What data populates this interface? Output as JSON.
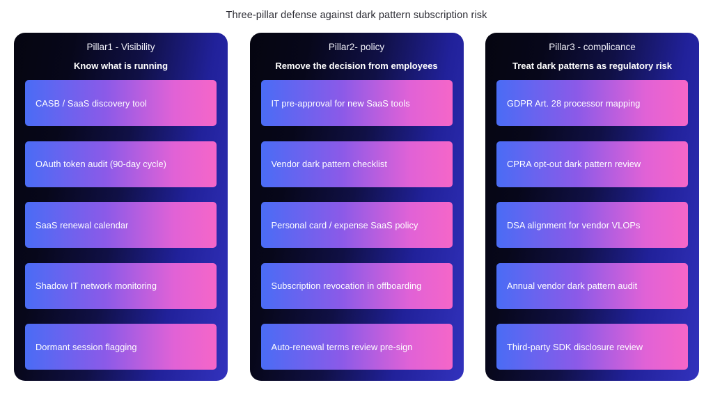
{
  "page": {
    "title": "Three-pillar defense against dark pattern subscription risk",
    "background_color": "#ffffff",
    "title_color": "#2b2b33"
  },
  "theme": {
    "card_gradient_start": "#050510",
    "card_gradient_end": "#3232bd",
    "pill_gradient_start": "#4a6cf5",
    "pill_gradient_mid": "#8b5ae8",
    "pill_gradient_end": "#f566c8",
    "pill_text_color": "#ffffff"
  },
  "columns": [
    {
      "title": "Pillar1 -  Visibility",
      "subtitle": "Know what is running",
      "items": [
        {
          "label": "CASB / SaaS discovery tool"
        },
        {
          "label": "OAuth token audit (90-day cycle)"
        },
        {
          "label": "SaaS renewal calendar"
        },
        {
          "label": "Shadow IT network monitoring"
        },
        {
          "label": "Dormant session flagging"
        }
      ]
    },
    {
      "title": "Pillar2-  policy",
      "subtitle": "Remove the decision from employees",
      "items": [
        {
          "label": "IT pre-approval for new SaaS tools"
        },
        {
          "label": "Vendor dark pattern checklist"
        },
        {
          "label": "Personal card / expense SaaS policy"
        },
        {
          "label": "Subscription revocation in offboarding"
        },
        {
          "label": "Auto-renewal terms review pre-sign"
        }
      ]
    },
    {
      "title": "Pillar3 -  complicance",
      "subtitle": "Treat dark patterns as regulatory risk",
      "items": [
        {
          "label": "GDPR Art. 28 processor mapping"
        },
        {
          "label": "CPRA opt-out dark pattern review"
        },
        {
          "label": "DSA alignment for vendor VLOPs"
        },
        {
          "label": "Annual vendor dark pattern audit"
        },
        {
          "label": "Third-party SDK disclosure review"
        }
      ]
    }
  ]
}
